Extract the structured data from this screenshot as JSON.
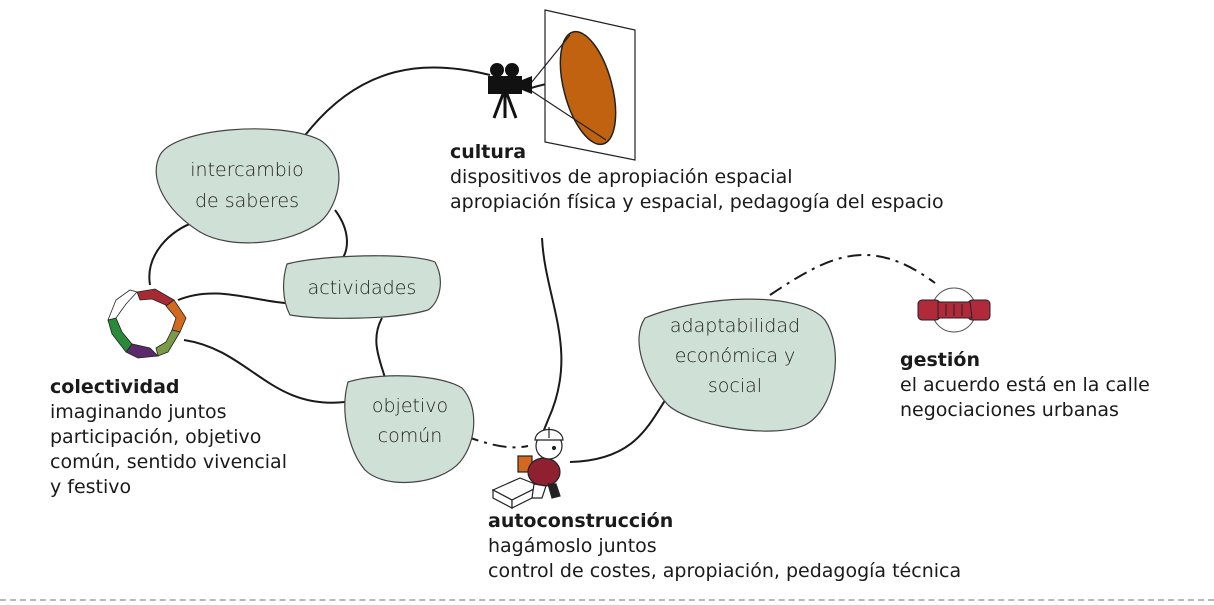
{
  "nodes": {
    "cultura": {
      "title": "cultura",
      "lines": [
        "dispositivos de apropiación espacial",
        "apropiación física y espacial, pedagogía del espacio"
      ]
    },
    "colectividad": {
      "title": "colectividad",
      "lines": [
        "imaginando juntos",
        "participación, objetivo",
        "común, sentido vivencial",
        "y festivo"
      ]
    },
    "gestion": {
      "title": "gestión",
      "lines": [
        "el acuerdo está en la calle",
        "negociaciones urbanas"
      ]
    },
    "autoconstruccion": {
      "title": "autoconstrucción",
      "lines": [
        "hagámoslo juntos",
        "control de costes, apropiación, pedagogía técnica"
      ]
    }
  },
  "blobs": {
    "intercambio": [
      "intercambio",
      "de saberes"
    ],
    "actividades": [
      "actividades"
    ],
    "objetivo": [
      "objetivo",
      "común"
    ],
    "adaptabilidad": [
      "adaptabilidad",
      "económica y",
      "social"
    ]
  },
  "icons": {
    "cultura": "film-camera-projecting-icon",
    "colectividad": "linked-hands-ring-icon",
    "gestion": "handshake-icon",
    "autoconstruccion": "construction-worker-icon"
  },
  "colors": {
    "blob_fill": "#cfe0d6",
    "blob_stroke": "#333333",
    "projection": "#c0620f",
    "handshake": "#b02a3a",
    "worker_shirt": "#8e2030"
  }
}
